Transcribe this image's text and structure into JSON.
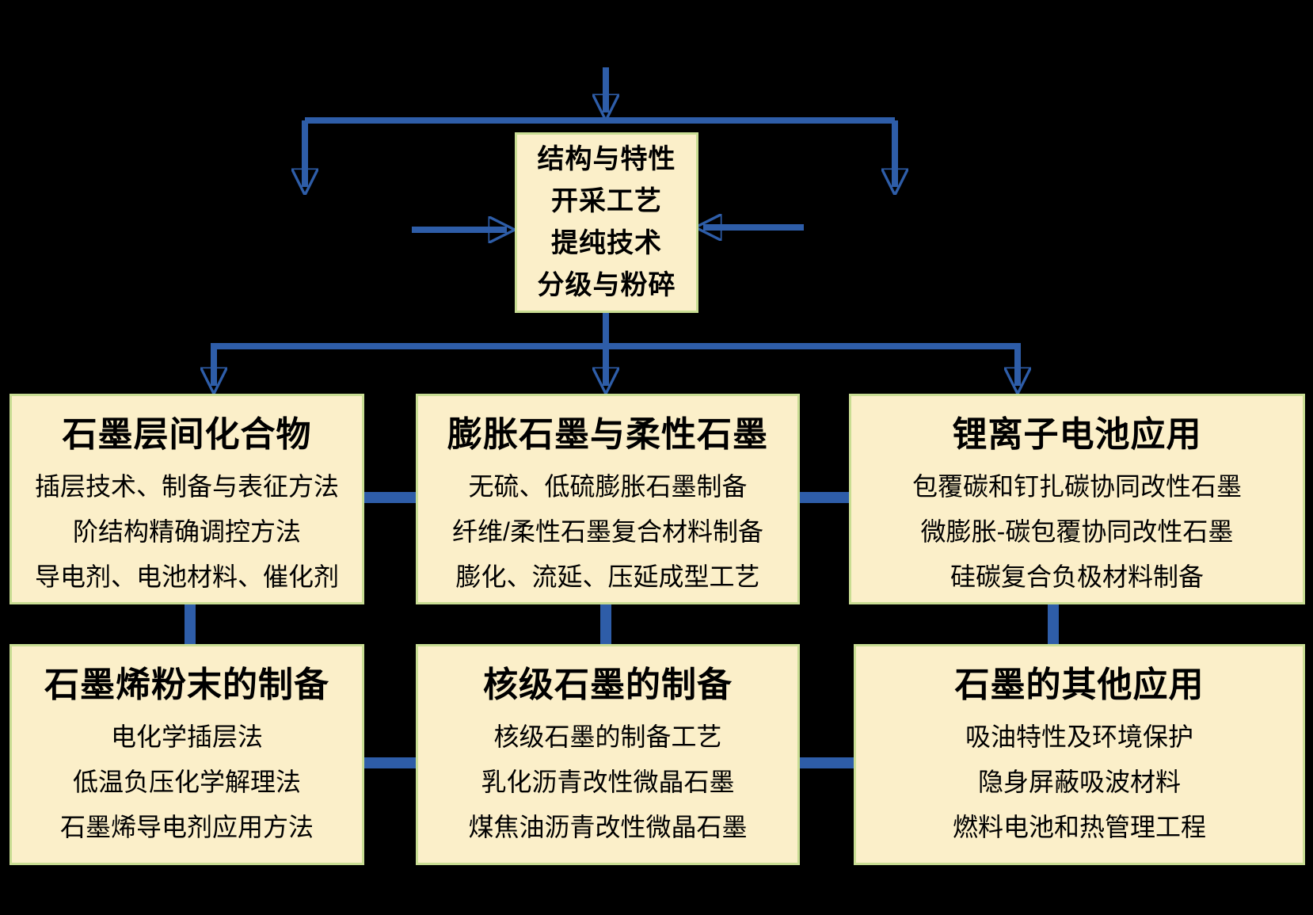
{
  "diagram": {
    "top_node": {
      "lines": [
        "结构与特性",
        "开采工艺",
        "提纯技术",
        "分级与粉碎"
      ]
    },
    "boxes": [
      {
        "title": "石墨层间化合物",
        "items": [
          "插层技术、制备与表征方法",
          "阶结构精确调控方法",
          "导电剂、电池材料、催化剂"
        ]
      },
      {
        "title": "膨胀石墨与柔性石墨",
        "items": [
          "无硫、低硫膨胀石墨制备",
          "纤维/柔性石墨复合材料制备",
          "膨化、流延、压延成型工艺"
        ]
      },
      {
        "title": "锂离子电池应用",
        "items": [
          "包覆碳和钉扎碳协同改性石墨",
          "微膨胀-碳包覆协同改性石墨",
          "硅碳复合负极材料制备"
        ]
      },
      {
        "title": "石墨烯粉末的制备",
        "items": [
          "电化学插层法",
          "低温负压化学解理法",
          "石墨烯导电剂应用方法"
        ]
      },
      {
        "title": "核级石墨的制备",
        "items": [
          "核级石墨的制备工艺",
          "乳化沥青改性微晶石墨",
          "煤焦油沥青改性微晶石墨"
        ]
      },
      {
        "title": "石墨的其他应用",
        "items": [
          "吸油特性及环境保护",
          "隐身屏蔽吸波材料",
          "燃料电池和热管理工程"
        ]
      }
    ],
    "colors": {
      "background": "#000000",
      "box_fill": "#FBEFC9",
      "box_border": "#C9DD93",
      "connector": "#2E5DA8",
      "text": "#000000"
    }
  }
}
